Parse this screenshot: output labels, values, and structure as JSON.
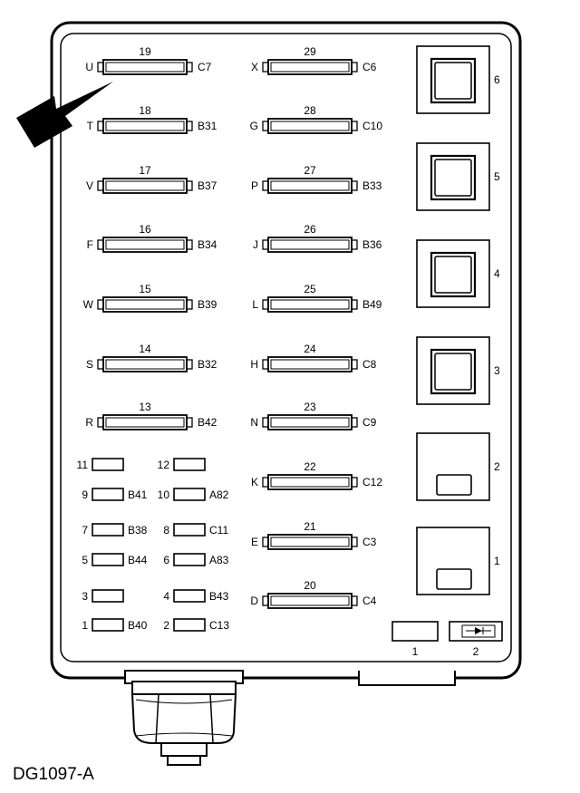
{
  "figure_id": "DG1097-A",
  "maxi_fuses": [
    {
      "num": "19",
      "left": "U",
      "right": "C7"
    },
    {
      "num": "18",
      "left": "T",
      "right": "B31"
    },
    {
      "num": "17",
      "left": "V",
      "right": "B37"
    },
    {
      "num": "16",
      "left": "F",
      "right": "B34"
    },
    {
      "num": "15",
      "left": "W",
      "right": "B39"
    },
    {
      "num": "14",
      "left": "S",
      "right": "B32"
    },
    {
      "num": "13",
      "left": "R",
      "right": "B42"
    },
    {
      "num": "29",
      "left": "X",
      "right": "C6"
    },
    {
      "num": "28",
      "left": "G",
      "right": "C10"
    },
    {
      "num": "27",
      "left": "P",
      "right": "B33"
    },
    {
      "num": "26",
      "left": "J",
      "right": "B36"
    },
    {
      "num": "25",
      "left": "L",
      "right": "B49"
    },
    {
      "num": "24",
      "left": "H",
      "right": "C8"
    },
    {
      "num": "23",
      "left": "N",
      "right": "C9"
    },
    {
      "num": "22",
      "left": "K",
      "right": "C12"
    },
    {
      "num": "21",
      "left": "E",
      "right": "C3"
    },
    {
      "num": "20",
      "left": "D",
      "right": "C4"
    }
  ],
  "mini_fuses": [
    {
      "num": "11",
      "code": ""
    },
    {
      "num": "12",
      "code": ""
    },
    {
      "num": "9",
      "code": "B41"
    },
    {
      "num": "10",
      "code": "A82"
    },
    {
      "num": "7",
      "code": "B38"
    },
    {
      "num": "8",
      "code": "C11"
    },
    {
      "num": "5",
      "code": "B44"
    },
    {
      "num": "6",
      "code": "A83"
    },
    {
      "num": "3",
      "code": ""
    },
    {
      "num": "4",
      "code": "B43"
    },
    {
      "num": "1",
      "code": "B40"
    },
    {
      "num": "2",
      "code": "C13"
    }
  ],
  "relays": [
    {
      "num": "6",
      "style": "square"
    },
    {
      "num": "5",
      "style": "square"
    },
    {
      "num": "4",
      "style": "square"
    },
    {
      "num": "3",
      "style": "square"
    },
    {
      "num": "2",
      "style": "small"
    },
    {
      "num": "1",
      "style": "small"
    }
  ],
  "bottom_components": [
    {
      "num": "1",
      "kind": "block"
    },
    {
      "num": "2",
      "kind": "diode"
    }
  ]
}
